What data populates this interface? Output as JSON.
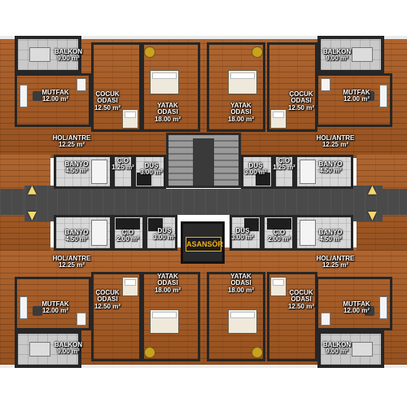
{
  "colors": {
    "floor_wood": "#a45a2a",
    "wall": "#262626",
    "corridor": "#4a4a4a",
    "elevator_text": "#f2b01e",
    "arrow": "#f5d76e"
  },
  "elevator": {
    "label": "ASANSÖR"
  },
  "rooms": {
    "balkon_tl": {
      "name": "BALKON",
      "area": "9.00 m²"
    },
    "balkon_tr": {
      "name": "BALKON",
      "area": "9.00 m²"
    },
    "balkon_bl": {
      "name": "BALKON",
      "area": "9.00 m²"
    },
    "balkon_br": {
      "name": "BALKON",
      "area": "9.00 m²"
    },
    "mutfak_tl": {
      "name": "MUTFAK",
      "area": "12.00 m²"
    },
    "mutfak_tr": {
      "name": "MUTFAK",
      "area": "12.00 m²"
    },
    "mutfak_bl": {
      "name": "MUTFAK",
      "area": "12.00 m²"
    },
    "mutfak_br": {
      "name": "MUTFAK",
      "area": "12.00 m²"
    },
    "cocuk_tl": {
      "name1": "ÇOCUK",
      "name2": "ODASI",
      "area": "12.50 m²"
    },
    "cocuk_tr": {
      "name1": "ÇOCUK",
      "name2": "ODASI",
      "area": "12.50 m²"
    },
    "cocuk_bl": {
      "name1": "ÇOCUK",
      "name2": "ODASI",
      "area": "12.50 m²"
    },
    "cocuk_br": {
      "name1": "ÇOCUK",
      "name2": "ODASI",
      "area": "12.50 m²"
    },
    "yatak_tl": {
      "name1": "YATAK",
      "name2": "ODASI",
      "area": "18.00 m²"
    },
    "yatak_tr": {
      "name1": "YATAK",
      "name2": "ODASI",
      "area": "18.00 m²"
    },
    "yatak_bl": {
      "name1": "YATAK",
      "name2": "ODASI",
      "area": "18.00 m²"
    },
    "yatak_br": {
      "name1": "YATAK",
      "name2": "ODASI",
      "area": "18.00 m²"
    },
    "hol_tl": {
      "name": "HOL/ANTRE",
      "area": "12.25 m²"
    },
    "hol_tr": {
      "name": "HOL/ANTRE",
      "area": "12.25 m²"
    },
    "hol_bl": {
      "name": "HOL/ANTRE",
      "area": "12.25 m²"
    },
    "hol_br": {
      "name": "HOL/ANTRE",
      "area": "12.25 m²"
    },
    "banyo_tl": {
      "name": "BANYO",
      "area": "4.50 m²"
    },
    "banyo_tr": {
      "name": "BANYO",
      "area": "4.50 m²"
    },
    "banyo_bl": {
      "name": "BANYO",
      "area": "4.50 m²"
    },
    "banyo_br": {
      "name": "BANYO",
      "area": "4.50 m²"
    },
    "co_tl": {
      "name": "Ç.O",
      "area": "1.25 m²"
    },
    "co_tr": {
      "name": "Ç.O",
      "area": "1.25 m²"
    },
    "co_bl": {
      "name": "Ç.O",
      "area": "2.00 m²"
    },
    "co_br": {
      "name": "Ç.O",
      "area": "2.00 m²"
    },
    "dus_tl": {
      "name": "DUŞ",
      "area": "3.00 m²"
    },
    "dus_tr": {
      "name": "DUŞ",
      "area": "3.00 m²"
    },
    "dus_bl": {
      "name": "DUŞ",
      "area": "3.00 m²"
    },
    "dus_br": {
      "name": "DUŞ",
      "area": "3.00 m²"
    }
  }
}
